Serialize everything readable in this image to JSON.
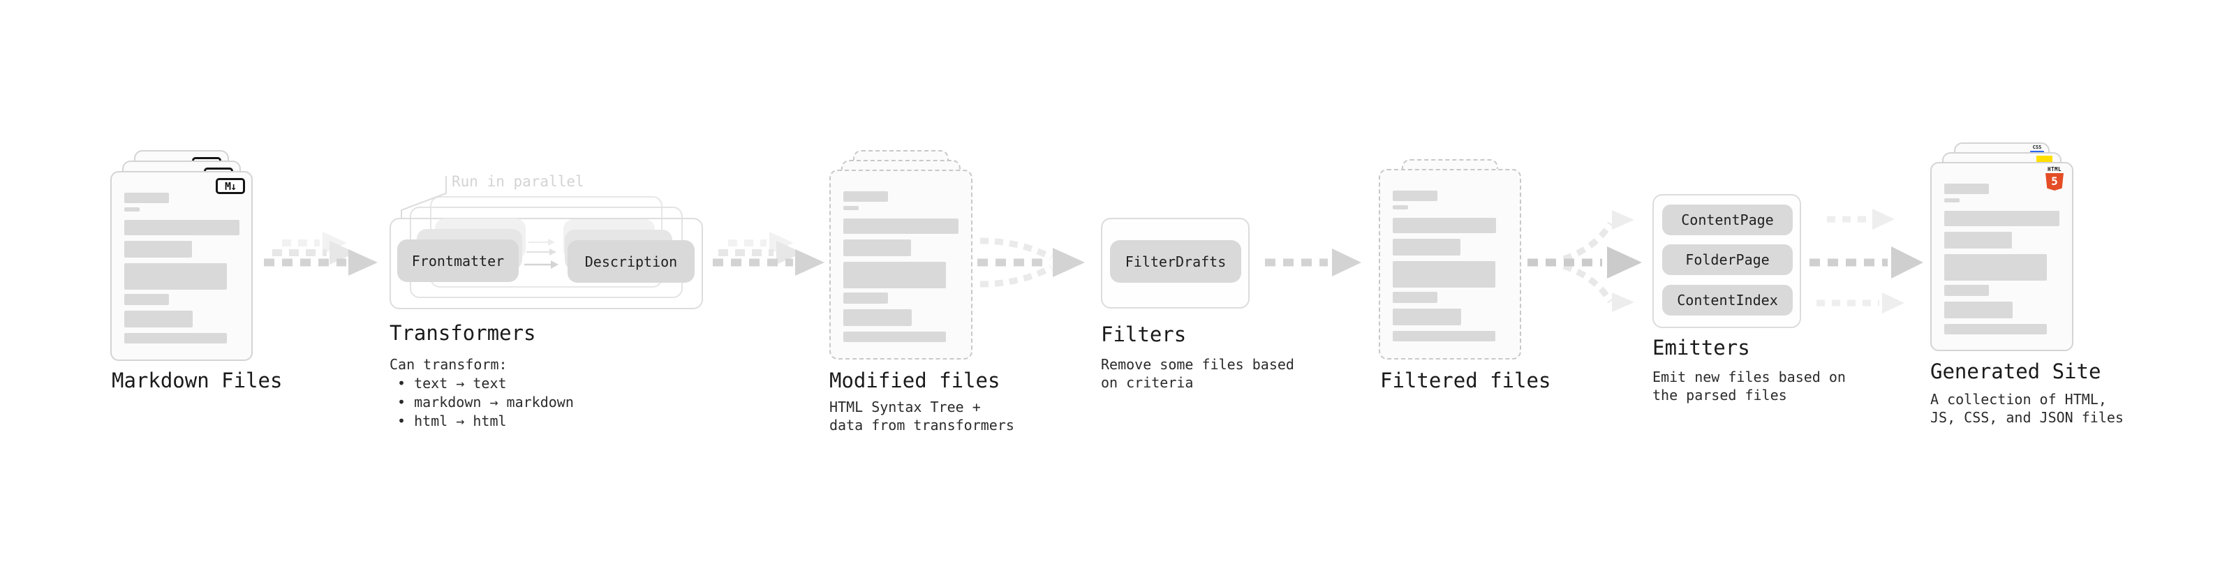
{
  "markdown_files": {
    "title": "Markdown Files",
    "badge": "M↓"
  },
  "transformers": {
    "title": "Transformers",
    "annotation": "Run in parallel",
    "source_box": "Frontmatter",
    "result_box": "Description",
    "description_heading": "Can transform:",
    "bullets": [
      "• text → text",
      "• markdown → markdown",
      "• html → html"
    ]
  },
  "modified_files": {
    "title": "Modified files",
    "subtitle": "HTML Syntax Tree +\ndata from transformers"
  },
  "filters": {
    "title": "Filters",
    "filter_box": "FilterDrafts",
    "subtitle": "Remove some files based\non criteria"
  },
  "filtered_files": {
    "title": "Filtered files"
  },
  "emitters": {
    "title": "Emitters",
    "emitter_boxes": [
      "ContentPage",
      "FolderPage",
      "ContentIndex"
    ],
    "subtitle": "Emit new files based on\nthe parsed files"
  },
  "generated_site": {
    "title": "Generated Site",
    "subtitle": "A collection of HTML,\nJS, CSS, and JSON files",
    "file_type_badges": {
      "css_label": "CSS",
      "html_label": "HTML",
      "html_number": "5"
    }
  },
  "colors": {
    "css_blue": "#2965f1",
    "js_yellow": "#ffde00",
    "html5_orange": "#e44d26",
    "pill_gray": "#d9d9d9",
    "bar_gray": "#d9d9d9",
    "arrow_gray": "#d3d3d3"
  }
}
